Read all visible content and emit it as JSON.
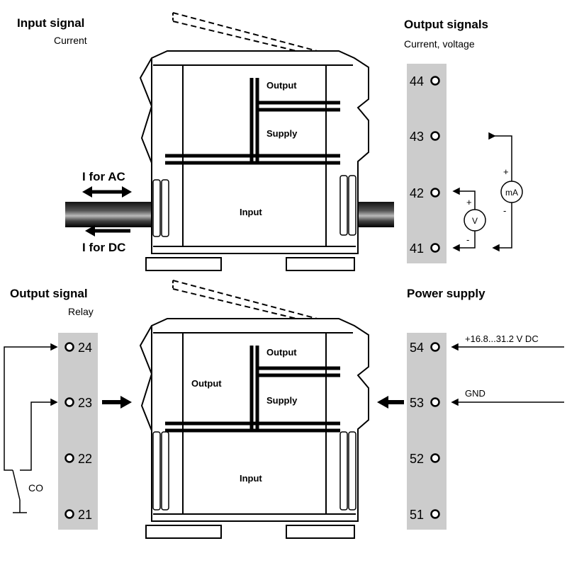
{
  "top": {
    "input_title": "Input signal",
    "input_sub": "Current",
    "output_title": "Output signals",
    "output_sub": "Current, voltage",
    "arrow_ac": "I for AC",
    "arrow_dc": "I for DC",
    "module_labels": {
      "output": "Output",
      "supply": "Supply",
      "input": "Input"
    },
    "terminals": [
      "44",
      "43",
      "42",
      "41"
    ],
    "meter_v": "V",
    "meter_ma": "mA",
    "plus": "+",
    "minus": "-"
  },
  "bottom": {
    "output_title": "Output signal",
    "output_sub": "Relay",
    "power_title": "Power supply",
    "module_labels": {
      "output_left": "Output",
      "output": "Output",
      "supply": "Supply",
      "input": "Input"
    },
    "relay_terminals": [
      "24",
      "23",
      "22",
      "21"
    ],
    "power_terminals": [
      "54",
      "53",
      "52",
      "51"
    ],
    "co_label": "CO",
    "supply_voltage": "+16.8...31.2 V DC",
    "gnd": "GND"
  },
  "colors": {
    "strip": "#cccccc",
    "line": "#000000"
  }
}
